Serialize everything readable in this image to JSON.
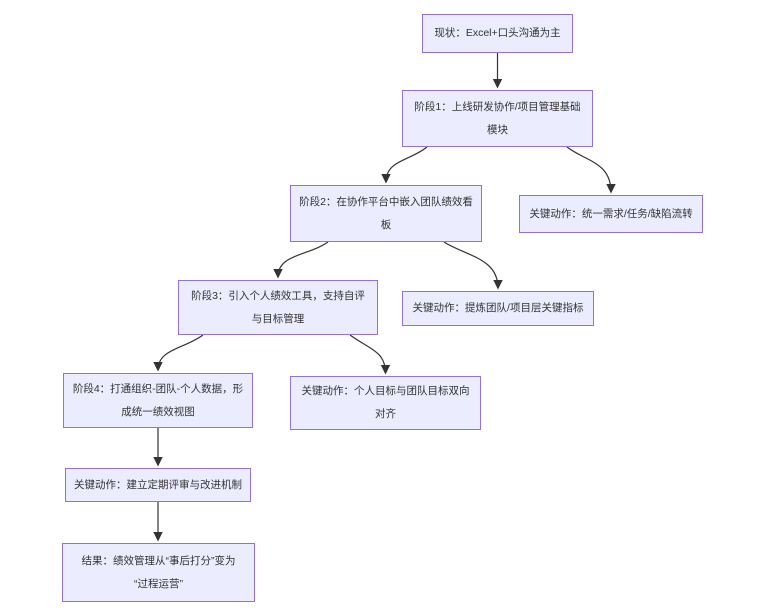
{
  "diagram": {
    "type": "flowchart",
    "direction": "top-down",
    "colors": {
      "background": "#ffffff",
      "node_fill": "#ECECFF",
      "node_border": "#9370DB",
      "text": "#333333",
      "edge": "#333333"
    },
    "nodes": [
      {
        "id": "current-state",
        "lines": [
          "现状：Excel+口头沟通为主"
        ]
      },
      {
        "id": "phase-1",
        "lines": [
          "阶段1：上线研发协作/项目管理基础",
          "模块"
        ]
      },
      {
        "id": "phase-2",
        "lines": [
          "阶段2：在协作平台中嵌入团队绩效看",
          "板"
        ]
      },
      {
        "id": "action-unify-flow",
        "lines": [
          "关键动作：统一需求/任务/缺陷流转"
        ]
      },
      {
        "id": "phase-3",
        "lines": [
          "阶段3：引入个人绩效工具，支持自评",
          "与目标管理"
        ]
      },
      {
        "id": "action-team-metrics",
        "lines": [
          "关键动作：提炼团队/项目层关键指标"
        ]
      },
      {
        "id": "phase-4",
        "lines": [
          "阶段4：打通组织-团队-个人数据，形",
          "成统一绩效视图"
        ]
      },
      {
        "id": "action-goal-align",
        "lines": [
          "关键动作：个人目标与团队目标双向",
          "对齐"
        ]
      },
      {
        "id": "action-review",
        "lines": [
          "关键动作：建立定期评审与改进机制"
        ]
      },
      {
        "id": "result",
        "lines": [
          "结果：绩效管理从“事后打分”变为",
          "“过程运营”"
        ]
      }
    ],
    "edges": [
      {
        "from": "current-state",
        "to": "phase-1"
      },
      {
        "from": "phase-1",
        "to": "phase-2"
      },
      {
        "from": "phase-1",
        "to": "action-unify-flow"
      },
      {
        "from": "phase-2",
        "to": "phase-3"
      },
      {
        "from": "phase-2",
        "to": "action-team-metrics"
      },
      {
        "from": "phase-3",
        "to": "phase-4"
      },
      {
        "from": "phase-3",
        "to": "action-goal-align"
      },
      {
        "from": "phase-4",
        "to": "action-review"
      },
      {
        "from": "action-review",
        "to": "result"
      }
    ]
  }
}
